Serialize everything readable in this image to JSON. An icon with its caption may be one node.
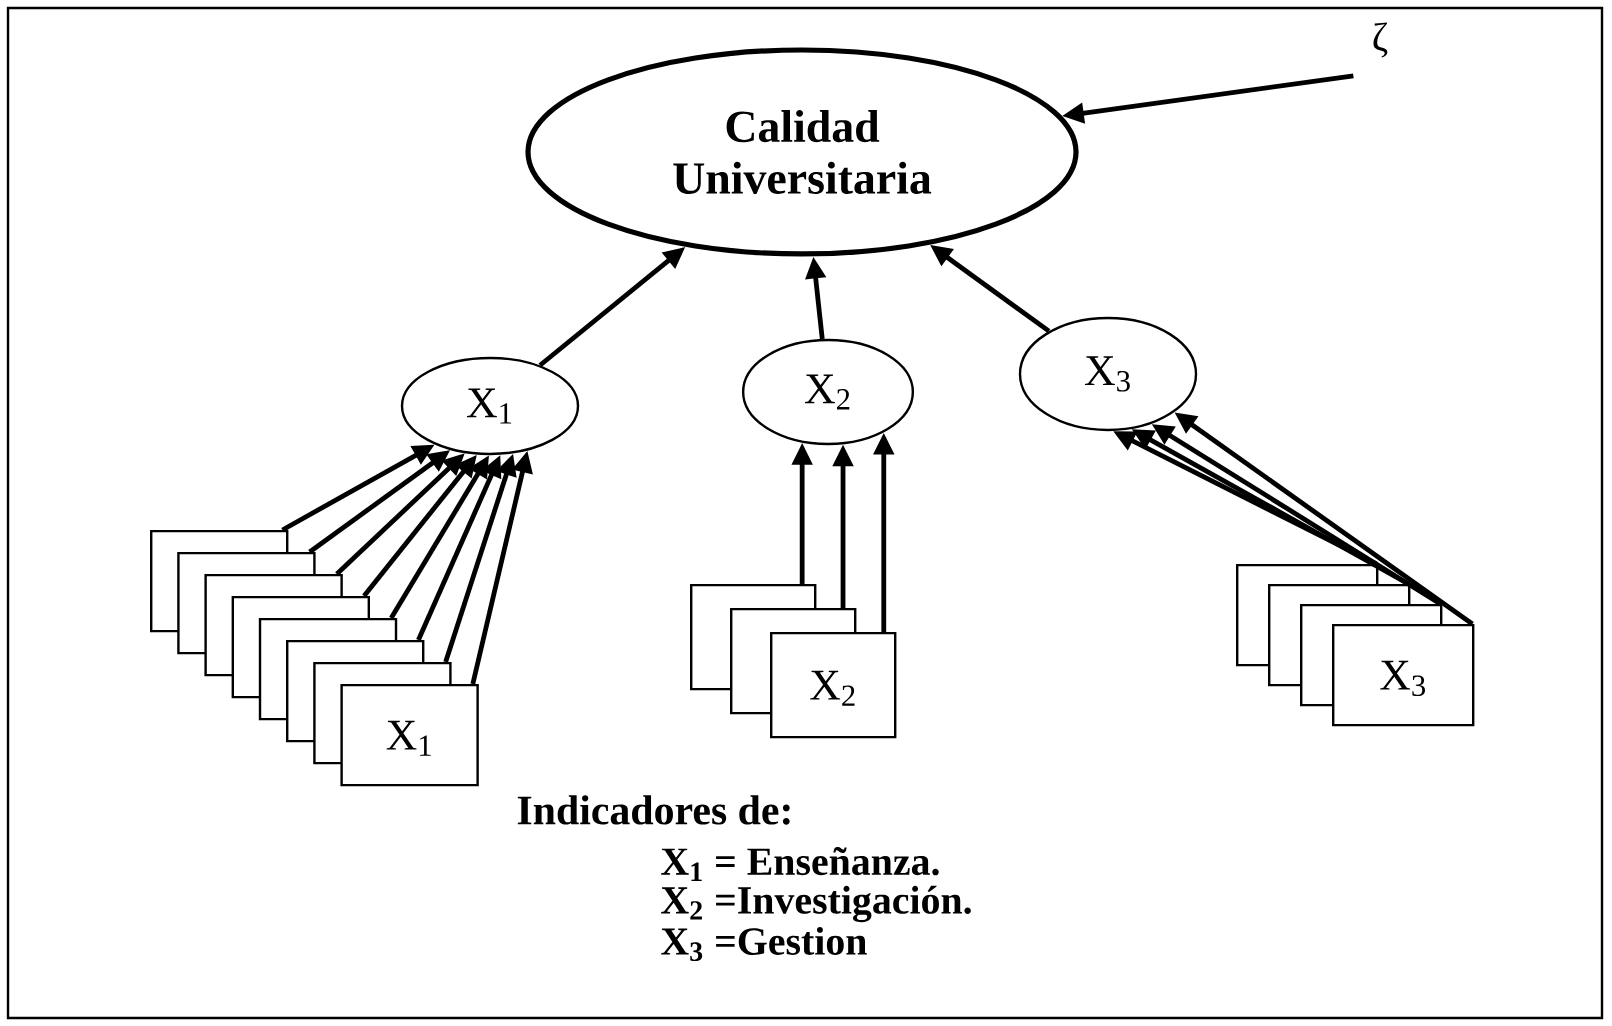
{
  "diagram": {
    "nodes": [
      {
        "text": [
          "Calidad Universitaria"
        ]
      },
      {
        "text": [
          "ζ"
        ]
      },
      {
        "text": [
          "X$_{1}$"
        ]
      },
      {
        "text": [
          "X$_{2}$"
        ]
      },
      {
        "text": [
          "X$_{3}$"
        ]
      },
      {
        "text": [],
        "shape": "box"
      },
      {
        "text": [],
        "shape": "box"
      },
      {
        "text": [],
        "shape": "box"
      },
      {
        "text": [],
        "shape": "box"
      },
      {
        "text": [],
        "shape": "box"
      },
      {
        "text": [],
        "shape": "box"
      },
      {
        "text": [],
        "shape": "box"
      },
      {
        "text": [
          "X$_{1}$"
        ]
      },
      {
        "text": [],
        "shape": "box"
      },
      {
        "text": [],
        "shape": "box"
      },
      {
        "text": [
          "X$_{2}$"
        ]
      },
      {
        "text": [],
        "shape": "box"
      },
      {
        "text": [],
        "shape": "box"
      },
      {
        "text": [],
        "shape": "box"
      },
      {
        "text": [
          "X$_{3}$"
        ]
      }
    ],
    "edges": [
      {
        "from": 2,
        "to": 0,
        "arrow": "to"
      },
      {
        "from": 3,
        "to": 0,
        "arrow": "to"
      },
      {
        "from": 4,
        "to": 0,
        "arrow": "to"
      },
      {
        "from": 1,
        "to": 0,
        "arrow": "to"
      },
      {
        "from": 5,
        "to": 2,
        "arrow": "to"
      },
      {
        "from": 6,
        "to": 2,
        "arrow": "to"
      },
      {
        "from": 7,
        "to": 2,
        "arrow": "to"
      },
      {
        "from": 8,
        "to": 2,
        "arrow": "to"
      },
      {
        "from": 9,
        "to": 2,
        "arrow": "to"
      },
      {
        "from": 10,
        "to": 2,
        "arrow": "to"
      },
      {
        "from": 11,
        "to": 2,
        "arrow": "to"
      },
      {
        "from": 12,
        "to": 2,
        "arrow": "to"
      },
      {
        "from": 13,
        "to": 3,
        "arrow": "to"
      },
      {
        "from": 14,
        "to": 3,
        "arrow": "to"
      },
      {
        "from": 15,
        "to": 3,
        "arrow": "to"
      },
      {
        "from": 16,
        "to": 4,
        "arrow": "to"
      },
      {
        "from": 17,
        "to": 4,
        "arrow": "to"
      },
      {
        "from": 18,
        "to": 4,
        "arrow": "to"
      },
      {
        "from": 19,
        "to": 4,
        "arrow": "to"
      }
    ],
    "labels": [
      "Indicadores de:",
      "X$_{1}$ = Enseñanza.",
      "X$_{2}$ =Investigación.",
      "X$_{3}$ =Gestion"
    ]
  }
}
